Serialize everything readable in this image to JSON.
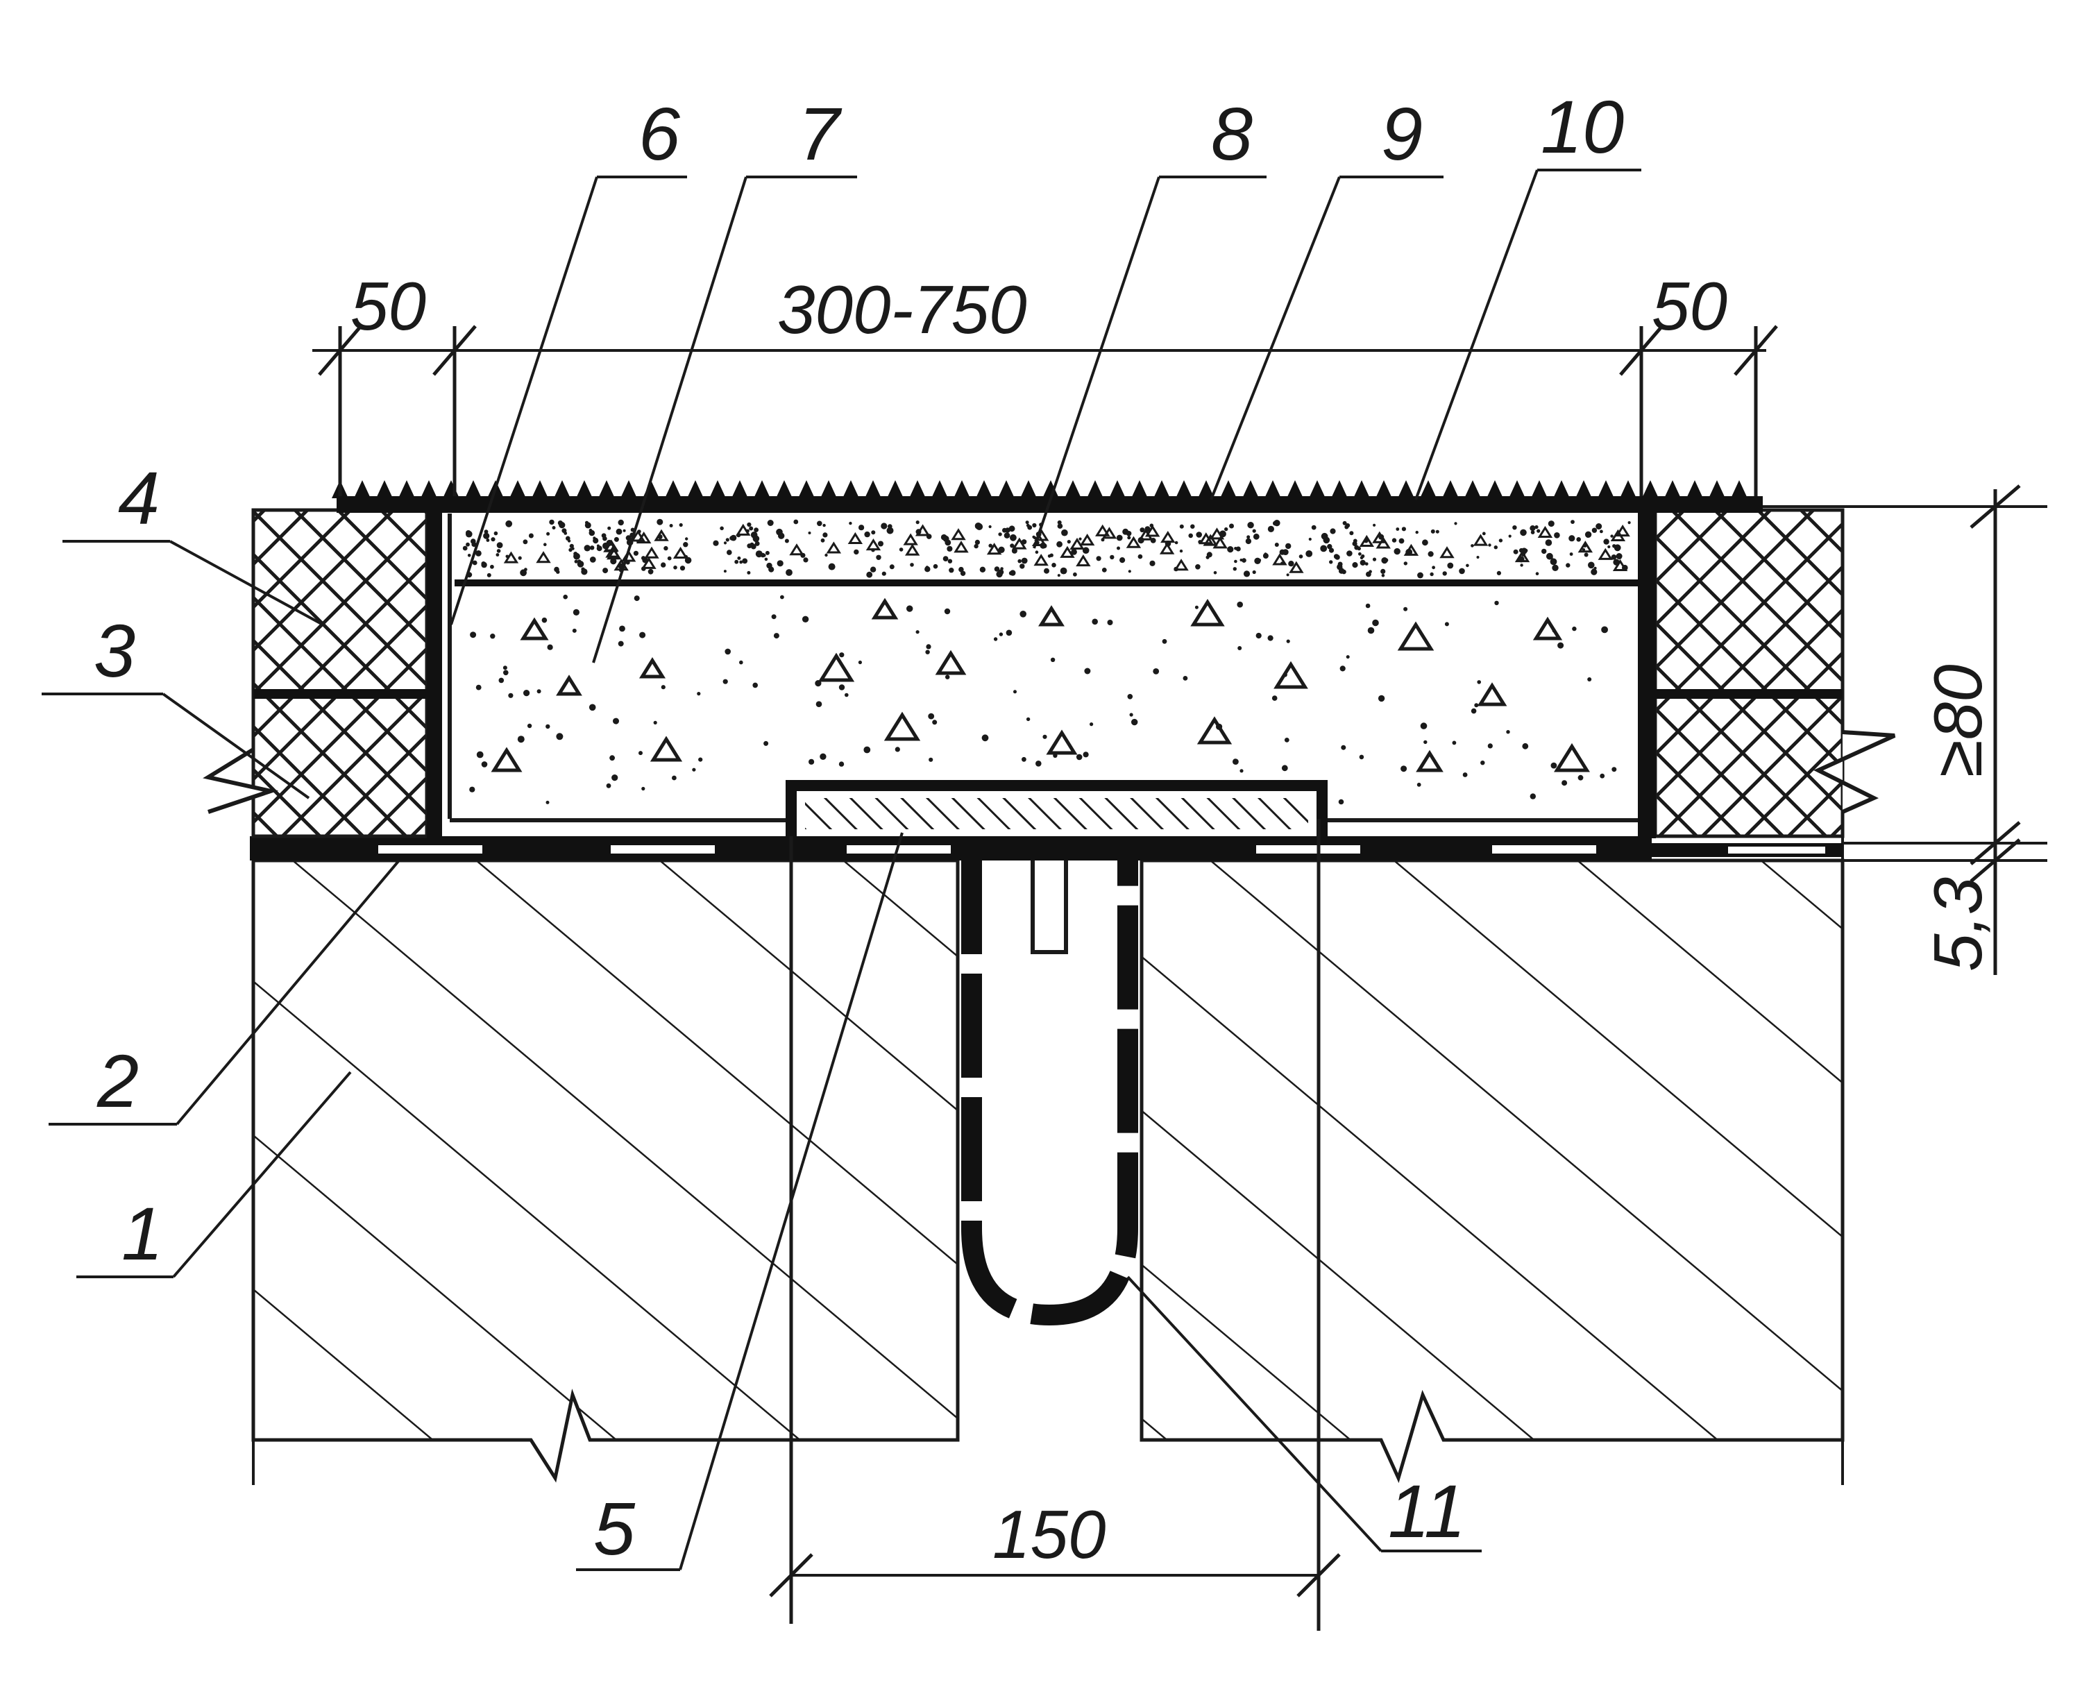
{
  "callouts": [
    "1",
    "2",
    "3",
    "4",
    "5",
    "6",
    "7",
    "8",
    "9",
    "10",
    "11"
  ],
  "dimensions": {
    "top_left": "50",
    "top_span": "300-750",
    "top_right": "50",
    "height": "≥80",
    "sub_height": "5,3",
    "bottom_gap": "150"
  },
  "colors": {
    "ink": "#1a1a1a",
    "background": "#ffffff"
  }
}
